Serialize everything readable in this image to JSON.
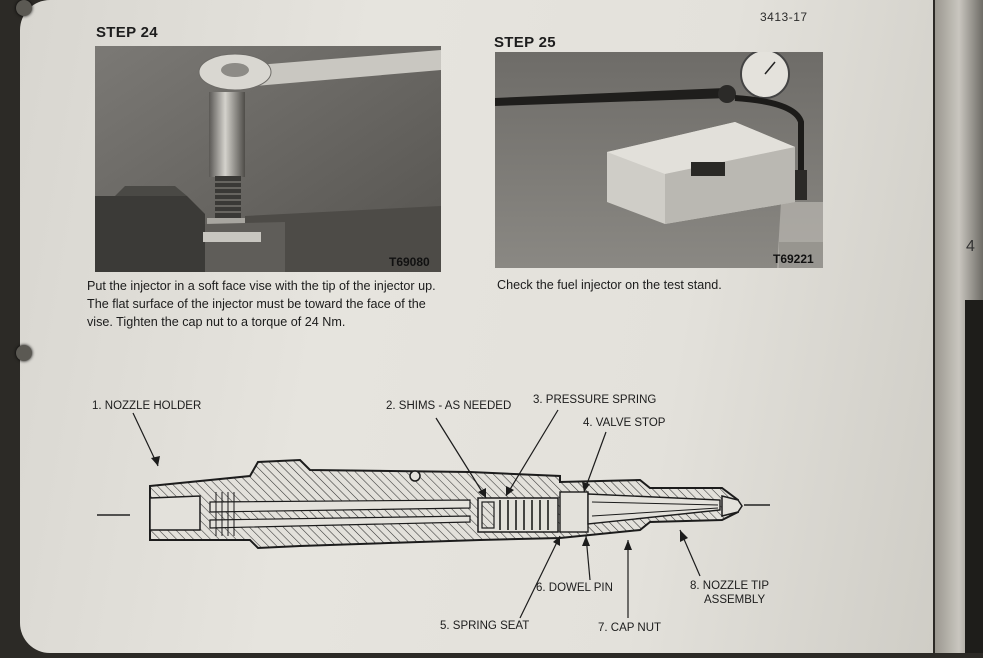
{
  "page": {
    "page_number": "3413-17",
    "side_tab_number": "4"
  },
  "step24": {
    "title": "STEP 24",
    "photo_code": "T69080",
    "caption": "Put the injector in a soft face vise with the tip of the injector up. The flat surface of the injector must be toward the face of the vise. Tighten the cap nut to a torque of 24 Nm."
  },
  "step25": {
    "title": "STEP 25",
    "photo_code": "T69221",
    "caption": "Check the fuel injector on the test stand."
  },
  "diagram": {
    "labels": [
      "1. NOZZLE HOLDER",
      "2. SHIMS - AS NEEDED",
      "3. PRESSURE SPRING",
      "4. VALVE STOP",
      "5. SPRING SEAT",
      "6. DOWEL PIN",
      "7. CAP NUT",
      "8. NOZZLE TIP",
      "ASSEMBLY"
    ]
  }
}
